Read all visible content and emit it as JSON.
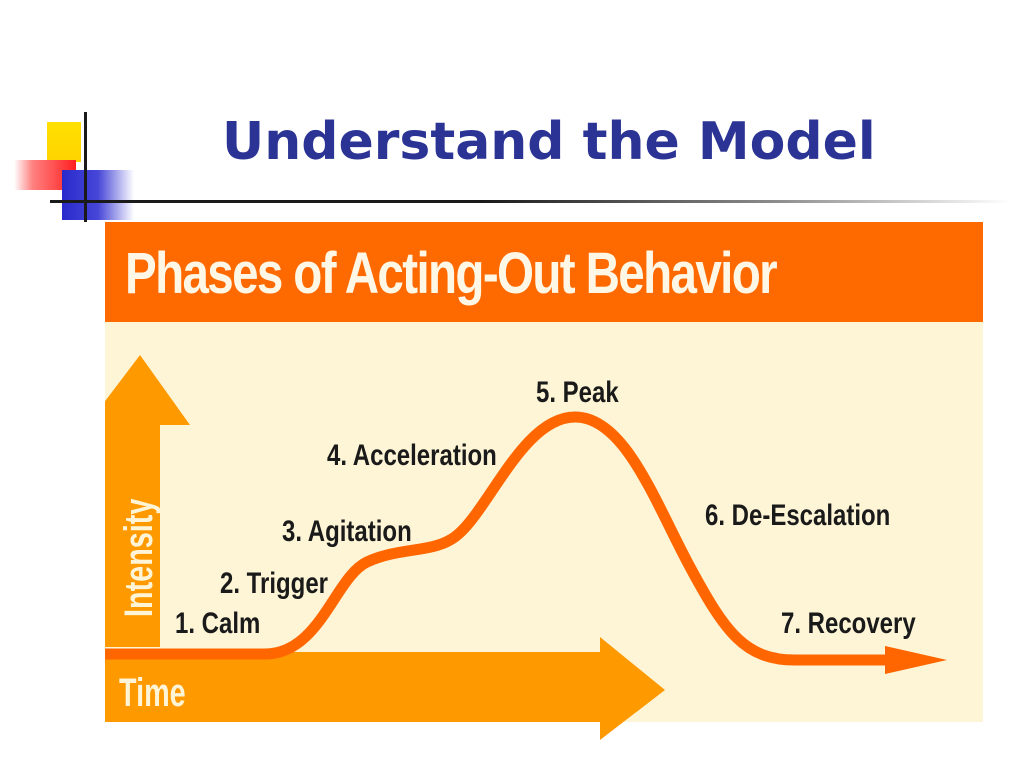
{
  "slide": {
    "title": "Understand the Model"
  },
  "diagram": {
    "title": "Phases of Acting-Out Behavior",
    "y_axis_label": "Intensity",
    "x_axis_label": "Time",
    "phases": [
      {
        "label": "1. Calm"
      },
      {
        "label": "2. Trigger"
      },
      {
        "label": "3. Agitation"
      },
      {
        "label": "4. Acceleration"
      },
      {
        "label": "5. Peak"
      },
      {
        "label": "6. De-Escalation"
      },
      {
        "label": "7. Recovery"
      }
    ],
    "colors": {
      "header": "#ff6a00",
      "background": "#fdf5d6",
      "axis_arrow": "#ff9900",
      "curve": "#ff6600",
      "title_text": "#2b3494"
    }
  }
}
